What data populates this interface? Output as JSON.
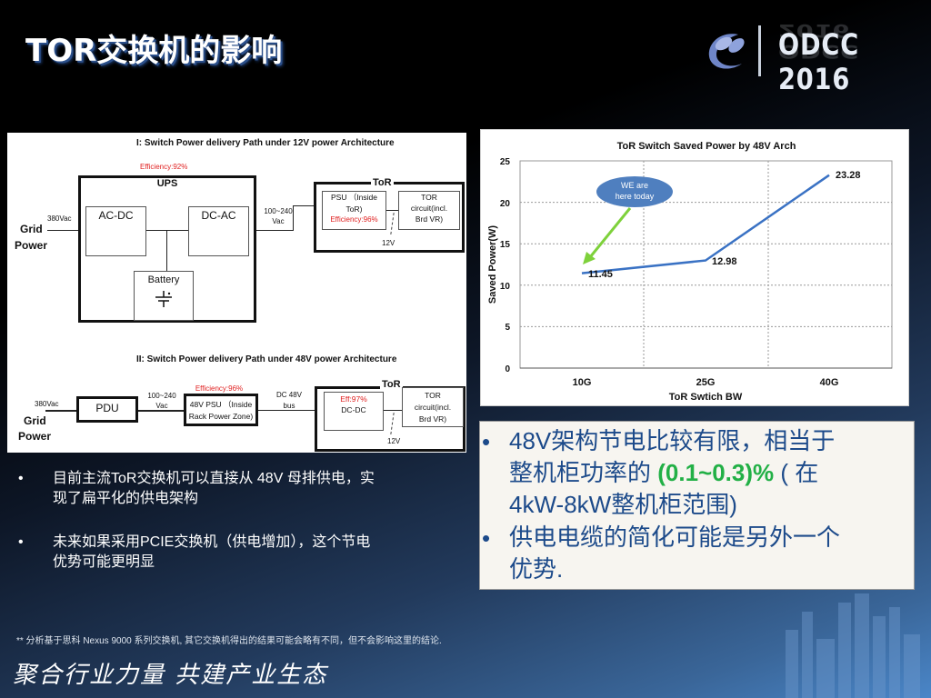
{
  "slide": {
    "title": "TOR交换机的影响",
    "logo": {
      "text": "ODCC 2016",
      "icon": "odcc-leaf-logo-icon"
    }
  },
  "diagram": {
    "section1": {
      "heading": "I:  Switch Power delivery Path under 12V power Architecture",
      "ups_efficiency": "Efficiency:92%",
      "ups_label": "UPS",
      "input_voltage": "380Vac",
      "grid_label_1": "Grid",
      "grid_label_2": "Power",
      "acdc": "AC-DC",
      "dcac": "DC-AC",
      "battery": "Battery",
      "ac_out_1": "100~240",
      "ac_out_2": "Vac",
      "tor_label": "ToR",
      "psu_1": "PSU （Inside",
      "psu_2": "ToR)",
      "psu_eff": "Efficiency:96%",
      "circuit_1": "TOR",
      "circuit_2": "circuit(incl.",
      "circuit_3": "Brd VR)",
      "rail": "12V"
    },
    "section2": {
      "heading": "II:  Switch Power delivery Path under 48V power Architecture",
      "input_voltage": "380Vac",
      "grid_label_1": "Grid",
      "grid_label_2": "Power",
      "pdu": "PDU",
      "ac_out_1": "100~240",
      "ac_out_2": "Vac",
      "psu_eff": "Efficiency:96%",
      "psu_1": "48V PSU （Inside",
      "psu_2": "Rack Power Zone)",
      "bus_1": "DC 48V",
      "bus_2": "bus",
      "tor_label": "ToR",
      "dcdc_eff": "Eff:97%",
      "dcdc": "DC-DC",
      "circuit_1": "TOR",
      "circuit_2": "circuit(incl.",
      "circuit_3": "Brd VR)",
      "rail": "12V"
    }
  },
  "chart_data": {
    "type": "line",
    "title": "ToR Switch Saved Power by 48V Arch",
    "xlabel": "ToR Swtich BW",
    "ylabel": "Saved Power(W)",
    "categories": [
      "10G",
      "25G",
      "40G"
    ],
    "series": [
      {
        "name": "Saved Power",
        "values": [
          11.45,
          12.98,
          23.28
        ],
        "color": "#3a72c4"
      }
    ],
    "ylim": [
      0,
      25
    ],
    "yticks": [
      "0",
      "5",
      "10",
      "15",
      "20",
      "25"
    ],
    "data_labels": [
      "11.45",
      "12.98",
      "23.28"
    ],
    "grid": true,
    "annotation": {
      "text_1": "WE are",
      "text_2": "here today",
      "color": "#4f7fbf",
      "arrow_color": "#7ed13b"
    }
  },
  "right_bullets": {
    "b1_line1": "48V架构节电比较有限，相当于",
    "b1_line2_pre": "整机柜功率的 ",
    "b1_line2_hl": "(0.1~0.3)%",
    "b1_line2_post": " ( 在",
    "b1_line3": "4kW-8kW整机柜范围)",
    "b2_line1": "供电电缆的简化可能是另外一个",
    "b2_line2": "优势.",
    "bullet": "•"
  },
  "left_bullets": {
    "bullet": "•",
    "b1_line1": "目前主流ToR交换机可以直接从 48V 母排供电，实",
    "b1_line2": "现了扁平化的供电架构",
    "b2_line1": "未来如果采用PCIE交换机（供电增加），这个节电",
    "b2_line2": "优势可能更明显"
  },
  "footer": {
    "note": "** 分析基于思科 Nexus 9000 系列交换机, 其它交换机得出的结果可能会略有不同，但不会影响这里的结论.",
    "slogan": "聚合行业力量  共建产业生态"
  }
}
